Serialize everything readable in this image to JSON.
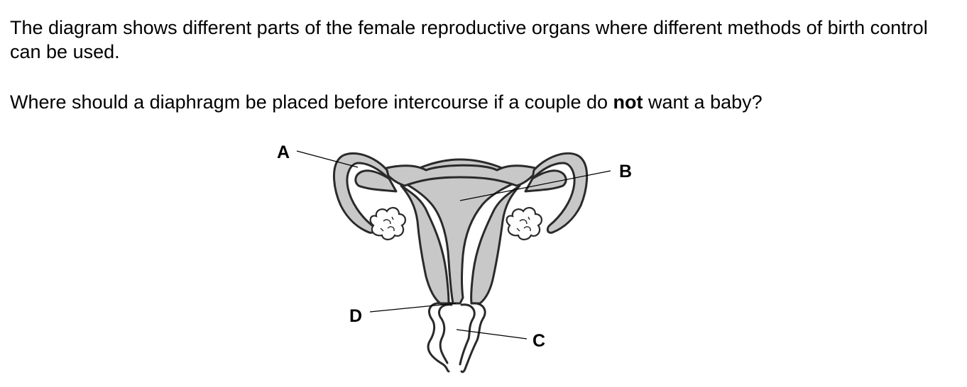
{
  "question": {
    "intro": "The diagram shows different parts of the female reproductive organs where different methods of birth control can be used.",
    "prompt_before": "Where should a diaphragm be placed before intercourse if a couple do ",
    "prompt_emphasis": "not",
    "prompt_after": " want a baby?"
  },
  "diagram": {
    "labels": {
      "a": "A",
      "b": "B",
      "c": "C",
      "d": "D"
    }
  }
}
